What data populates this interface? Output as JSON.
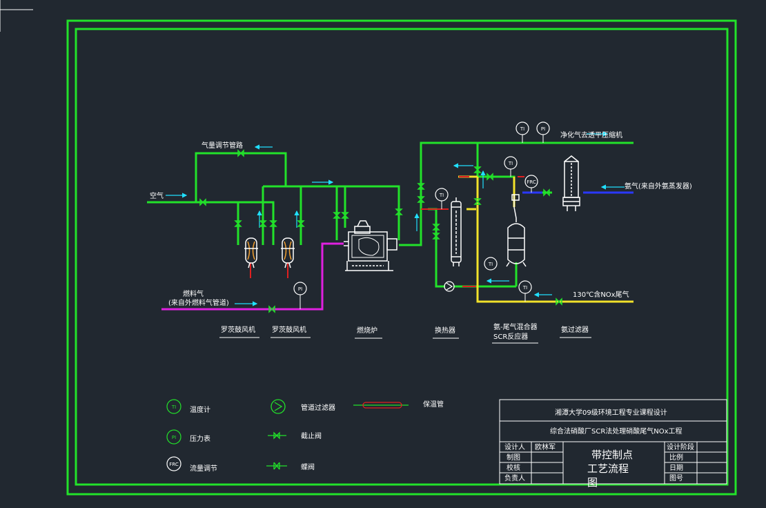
{
  "labels": {
    "air_flow_pipe": "气量调节管路",
    "air": "空气",
    "fuel_gas": "燃料气",
    "fuel_gas_source": "(来自外燃料气管道)",
    "clean_gas": "净化气去透平压缩机",
    "ammonia": "氨气(来自外氨蒸发器)",
    "tail_gas": "130℃含NOx尾气"
  },
  "equipment": {
    "blower1": "罗茨鼓风机",
    "blower2": "罗茨鼓风机",
    "furnace": "燃烧炉",
    "heat_exchanger": "换热器",
    "mixer_line1": "氨-尾气混合器",
    "mixer_line2": "SCR反应器",
    "ammonia_filter": "氨过滤器"
  },
  "instruments": {
    "ti": "TI",
    "pi": "PI",
    "frc": "FRC"
  },
  "legend": {
    "thermometer": "温度计",
    "pressure_gauge": "压力表",
    "flow_control": "流量调节",
    "pipe_filter": "管道过滤器",
    "stop_valve": "截止阀",
    "butterfly_valve": "蝶阀",
    "insulated_pipe": "保温管"
  },
  "title_block": {
    "school": "湘潭大学09级环境工程专业课程设计",
    "project": "综合法硝酸厂SCR法处理硝酸尾气NOx工程",
    "designer_label": "设计人",
    "designer_name": "欧林军",
    "drawing_label": "制图",
    "check_label": "校核",
    "responsible_label": "负责人",
    "drawing_title_line1": "带控制点",
    "drawing_title_line2": "工艺流程",
    "drawing_title_line3": "图",
    "stage_label": "设计阶段",
    "scale_label": "比例",
    "date_label": "日期",
    "drawing_no_label": "图号"
  },
  "colors": {
    "background": "#212830",
    "frame": "#22e22a",
    "air_pipe": "#22e22a",
    "fuel_pipe": "#e020e0",
    "tail_gas_pipe": "#f2e22a",
    "ammonia_pipe": "#2a38ff",
    "arrow": "#20e0ff",
    "insulation": "#e02020",
    "equipment": "#ffffff"
  }
}
